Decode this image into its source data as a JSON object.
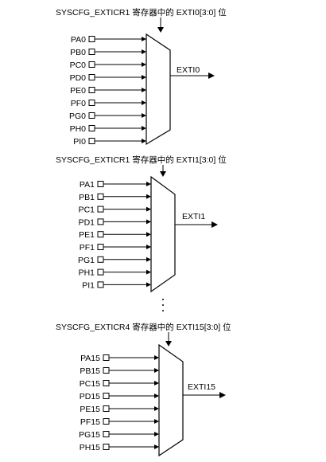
{
  "diagram": {
    "blocks": [
      {
        "title": "SYSCFG_EXTICR1 寄存器中的 EXTI0[3:0] 位",
        "inputs": [
          "PA0",
          "PB0",
          "PC0",
          "PD0",
          "PE0",
          "PF0",
          "PG0",
          "PH0",
          "PI0"
        ],
        "output": "EXTI0"
      },
      {
        "title": "SYSCFG_EXTICR1 寄存器中的 EXTI1[3:0] 位",
        "inputs": [
          "PA1",
          "PB1",
          "PC1",
          "PD1",
          "PE1",
          "PF1",
          "PG1",
          "PH1",
          "PI1"
        ],
        "output": "EXTI1"
      },
      {
        "title": "SYSCFG_EXTICR4 寄存器中的 EXTI15[3:0] 位",
        "inputs": [
          "PA15",
          "PB15",
          "PC15",
          "PD15",
          "PE15",
          "PF15",
          "PG15",
          "PH15"
        ],
        "output": "EXTI15"
      }
    ],
    "separator_dots": 3
  }
}
